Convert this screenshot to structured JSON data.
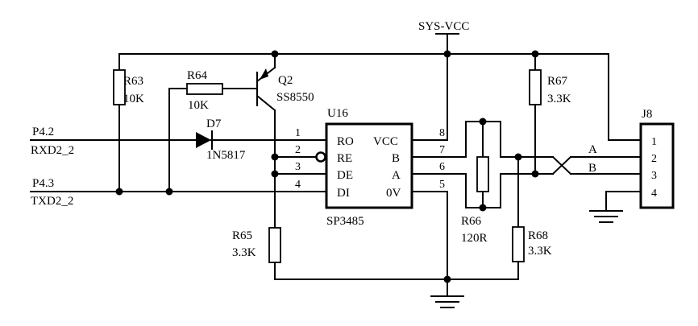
{
  "labels": {
    "sys_vcc": "SYS-VCC",
    "r63": "R63",
    "r63_val": "10K",
    "r64": "R64",
    "r64_val": "10K",
    "q2": "Q2",
    "q2_part": "SS8550",
    "d7": "D7",
    "d7_part": "1N5817",
    "u16": "U16",
    "u16_part": "SP3485",
    "r65": "R65",
    "r65_val": "3.3K",
    "r66": "R66",
    "r66_val": "120R",
    "r67": "R67",
    "r67_val": "3.3K",
    "r68": "R68",
    "r68_val": "3.3K",
    "j8": "J8",
    "net_a": "A",
    "net_b": "B",
    "p42": "P4.2",
    "rxd": "RXD2_2",
    "p43": "P4.3",
    "txd": "TXD2_2"
  },
  "chip_pins": {
    "left": [
      {
        "name": "RO",
        "num": "1"
      },
      {
        "name": "RE",
        "num": "2"
      },
      {
        "name": "DE",
        "num": "3"
      },
      {
        "name": "DI",
        "num": "4"
      }
    ],
    "right": [
      {
        "name": "VCC",
        "num": "8"
      },
      {
        "name": "B",
        "num": "7"
      },
      {
        "name": "A",
        "num": "6"
      },
      {
        "name": "0V",
        "num": "5"
      }
    ]
  },
  "connector_pins": [
    "1",
    "2",
    "3",
    "4"
  ]
}
